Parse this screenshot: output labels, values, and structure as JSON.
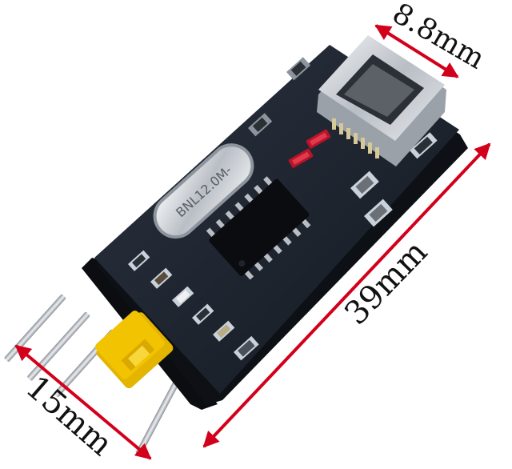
{
  "dimensions": {
    "width_label": "15mm",
    "length_label": "39mm",
    "connector_label": "8.8mm"
  },
  "board": {
    "crystal_marking": "BNL12.0M-"
  },
  "colors": {
    "pcb": "#1c222b",
    "pcb_edge": "#0d1116",
    "silk": "#c9d1da",
    "pad_gold": "#b9ad86",
    "usb_metal": "#c9cfd6",
    "crystal_metal": "#cfd3d8",
    "jumper_yellow": "#f2c300",
    "pin_metal": "#c5c9cf",
    "arrow_red": "#d3001b"
  }
}
